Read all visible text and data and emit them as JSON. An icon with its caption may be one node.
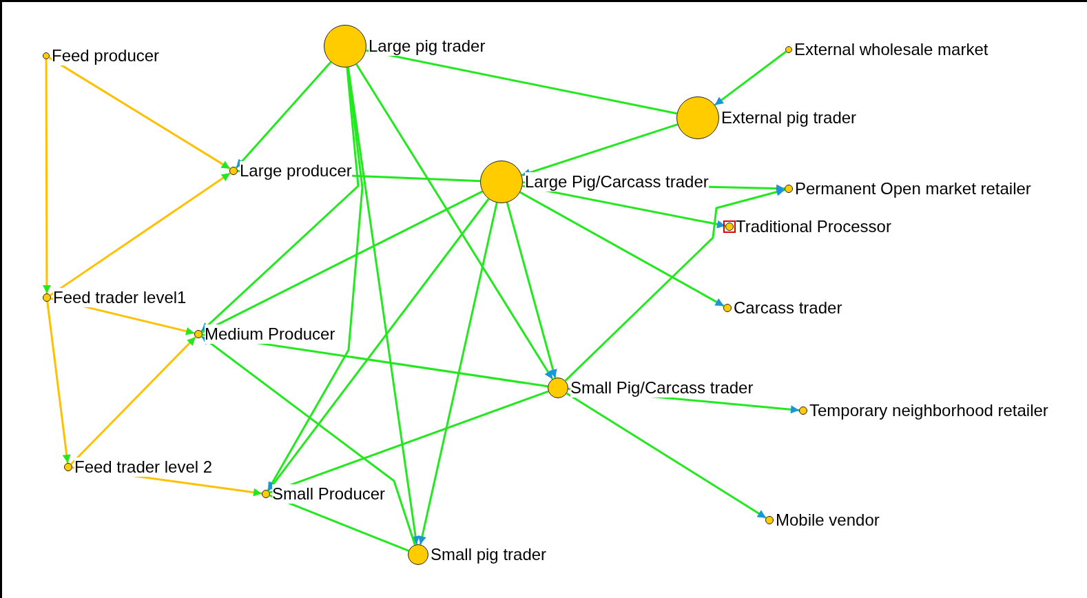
{
  "diagram": {
    "nodes": [
      {
        "text": [
          "Feed producer"
        ]
      },
      {
        "text": [
          "Large pig trader"
        ]
      },
      {
        "text": [
          "External wholesale market"
        ]
      },
      {
        "text": [
          "External pig trader"
        ]
      },
      {
        "text": [
          "Large producer"
        ]
      },
      {
        "text": [
          "Large Pig/Carcass trader"
        ]
      },
      {
        "text": [
          "Permanent Open market retailer"
        ]
      },
      {
        "text": [
          "Traditional Processor"
        ]
      },
      {
        "text": [
          "Feed trader level1"
        ]
      },
      {
        "text": [
          "Carcass trader"
        ]
      },
      {
        "text": [
          "Medium Producer"
        ]
      },
      {
        "text": [
          "Small Pig/Carcass trader"
        ]
      },
      {
        "text": [
          "Temporary neighborhood retailer"
        ]
      },
      {
        "text": [
          "Feed trader level 2"
        ]
      },
      {
        "text": [
          "Small Producer"
        ]
      },
      {
        "text": [
          "Mobile vendor"
        ]
      },
      {
        "text": [
          "Small pig trader"
        ]
      }
    ],
    "edges": [
      {
        "from": 0,
        "to": 4,
        "arrow": "to",
        "color": "#ffc000"
      },
      {
        "from": 0,
        "to": 8,
        "arrow": "to",
        "color": "#ffc000"
      },
      {
        "from": 8,
        "to": 4,
        "arrow": "to",
        "color": "#ffc000"
      },
      {
        "from": 8,
        "to": 10,
        "arrow": "to",
        "color": "#ffc000"
      },
      {
        "from": 8,
        "to": 13,
        "arrow": "to",
        "color": "#ffc000"
      },
      {
        "from": 13,
        "to": 10,
        "arrow": "to",
        "color": "#ffc000"
      },
      {
        "from": 13,
        "to": 14,
        "arrow": "to",
        "color": "#ffc000"
      },
      {
        "from": 1,
        "to": 4,
        "arrow": "to"
      },
      {
        "from": 1,
        "to": 3,
        "arrow": "none"
      },
      {
        "from": 1,
        "to": 10,
        "arrow": "to"
      },
      {
        "from": 1,
        "to": 14,
        "arrow": "to"
      },
      {
        "from": 1,
        "to": 16,
        "arrow": "to"
      },
      {
        "from": 1,
        "to": 11,
        "arrow": "to"
      },
      {
        "from": 2,
        "to": 3,
        "arrow": "to"
      },
      {
        "from": 3,
        "to": 5,
        "arrow": "to"
      },
      {
        "from": 5,
        "to": 4,
        "arrow": "none"
      },
      {
        "from": 5,
        "to": 6,
        "arrow": "to"
      },
      {
        "from": 5,
        "to": 7,
        "arrow": "to"
      },
      {
        "from": 5,
        "to": 9,
        "arrow": "to"
      },
      {
        "from": 5,
        "to": 10,
        "arrow": "none"
      },
      {
        "from": 5,
        "to": 14,
        "arrow": "to"
      },
      {
        "from": 5,
        "to": 16,
        "arrow": "to"
      },
      {
        "from": 5,
        "to": 11,
        "arrow": "to"
      },
      {
        "from": 11,
        "to": 6,
        "arrow": "to"
      },
      {
        "from": 11,
        "to": 10,
        "arrow": "none"
      },
      {
        "from": 11,
        "to": 14,
        "arrow": "none"
      },
      {
        "from": 11,
        "to": 12,
        "arrow": "to"
      },
      {
        "from": 11,
        "to": 15,
        "arrow": "to"
      },
      {
        "from": 16,
        "to": 10,
        "arrow": "to"
      },
      {
        "from": 16,
        "to": 14,
        "arrow": "none"
      }
    ]
  }
}
